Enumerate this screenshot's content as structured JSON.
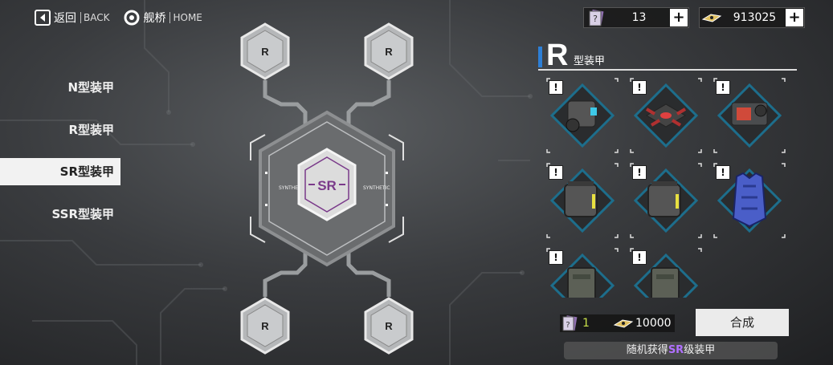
{
  "nav": {
    "back_label": "返回",
    "back_sub": "BACK",
    "home_label": "舰桥",
    "home_sub": "HOME"
  },
  "currency": {
    "ticket_value": "13",
    "gold_value": "913025",
    "plus": "+"
  },
  "categories": [
    {
      "label": "N型装甲",
      "active": false
    },
    {
      "label": "R型装甲",
      "active": false
    },
    {
      "label": "SR型装甲",
      "active": true
    },
    {
      "label": "SSR型装甲",
      "active": false
    }
  ],
  "diagram": {
    "center_label": "SR",
    "side_text": "SYNTHETIC",
    "inputs": [
      "R",
      "R",
      "R",
      "R"
    ]
  },
  "panel": {
    "title_letter": "R",
    "title_sub": "型装甲",
    "badge": "!",
    "items": [
      {
        "icon": "camera-armor-icon"
      },
      {
        "icon": "drone-armor-icon"
      },
      {
        "icon": "scope-armor-icon"
      },
      {
        "icon": "chest-armor-yellow-icon"
      },
      {
        "icon": "chest-armor-yellow-icon"
      },
      {
        "icon": "blue-vest-icon"
      },
      {
        "icon": "plate-armor-icon"
      },
      {
        "icon": "plate-armor-icon"
      }
    ]
  },
  "craft": {
    "ticket_cost": "1",
    "gold_cost": "10000",
    "button_label": "合成",
    "hint_prefix": "随机获得",
    "hint_highlight": "SR",
    "hint_suffix": "级装甲"
  },
  "colors": {
    "accent_blue": "#2d7fd6",
    "item_frame": "#1d6e8c",
    "sr_purple": "#7a3a8a",
    "cost_green": "#c8e04a",
    "hint_purple": "#b070ff"
  }
}
